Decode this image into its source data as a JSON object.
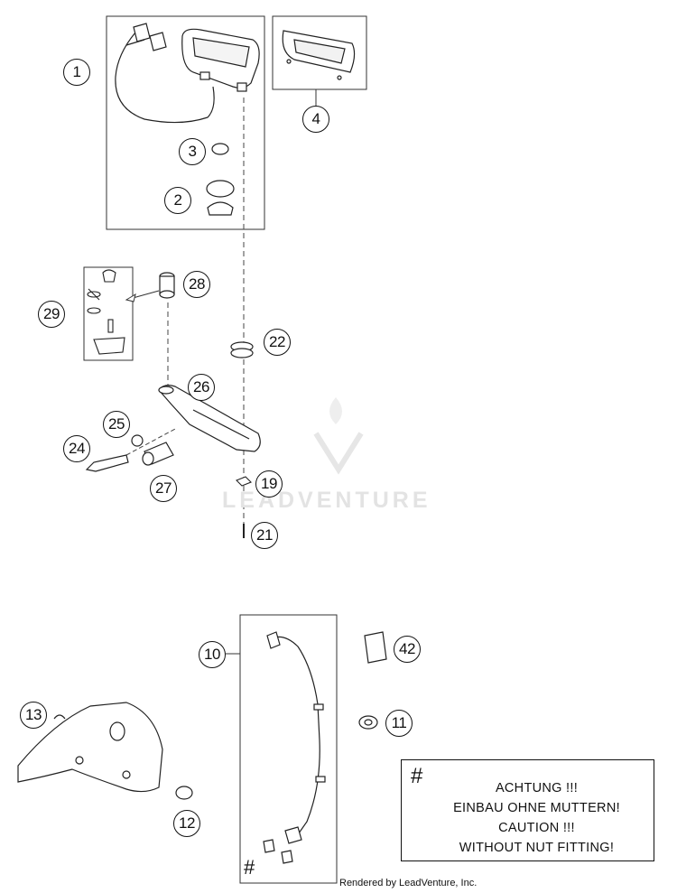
{
  "callouts": [
    {
      "id": "c1",
      "label": "1"
    },
    {
      "id": "c2",
      "label": "2"
    },
    {
      "id": "c3",
      "label": "3"
    },
    {
      "id": "c4",
      "label": "4"
    },
    {
      "id": "c10",
      "label": "10"
    },
    {
      "id": "c11",
      "label": "11"
    },
    {
      "id": "c12",
      "label": "12"
    },
    {
      "id": "c13",
      "label": "13"
    },
    {
      "id": "c19",
      "label": "19"
    },
    {
      "id": "c21",
      "label": "21"
    },
    {
      "id": "c22",
      "label": "22"
    },
    {
      "id": "c24",
      "label": "24"
    },
    {
      "id": "c25",
      "label": "25"
    },
    {
      "id": "c26",
      "label": "26"
    },
    {
      "id": "c27",
      "label": "27"
    },
    {
      "id": "c28",
      "label": "28"
    },
    {
      "id": "c29",
      "label": "29"
    },
    {
      "id": "c42",
      "label": "42"
    }
  ],
  "notice": {
    "symbol": "#",
    "lines": [
      "ACHTUNG !!!",
      "EINBAU OHNE MUTTERN!",
      "CAUTION !!!",
      "WITHOUT NUT FITTING!"
    ]
  },
  "cable_mark": "#",
  "watermark": "LEADVENTURE",
  "footer": "Rendered by LeadVenture, Inc."
}
